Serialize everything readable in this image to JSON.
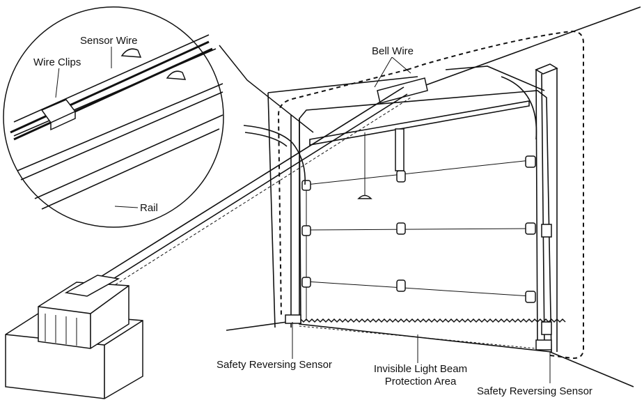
{
  "labels": {
    "sensor_wire": "Sensor Wire",
    "wire_clips": "Wire Clips",
    "rail": "Rail",
    "bell_wire": "Bell Wire",
    "safety_sensor_left": "Safety Reversing Sensor",
    "light_beam_line1": "Invisible Light Beam",
    "light_beam_line2": "Protection Area",
    "safety_sensor_right": "Safety Reversing Sensor"
  },
  "colors": {
    "line": "#111111",
    "background": "#ffffff"
  }
}
